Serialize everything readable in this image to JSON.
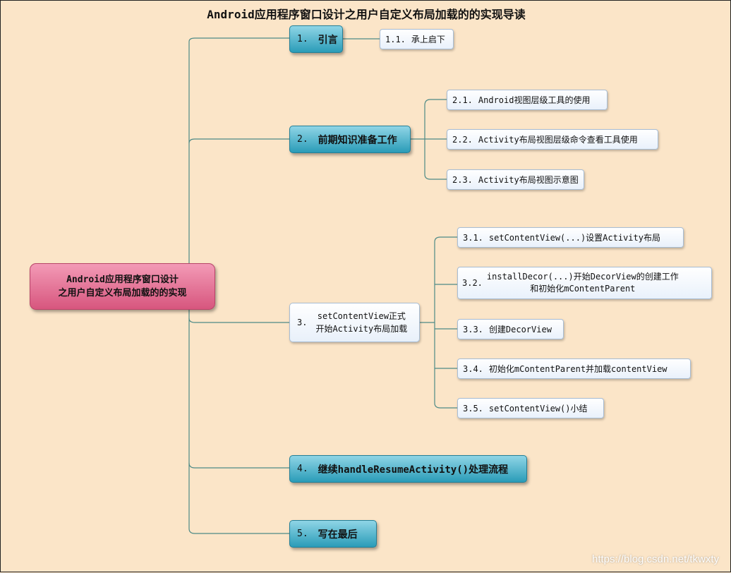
{
  "title": "Android应用程序窗口设计之用户自定义布局加载的的实现导读",
  "root": {
    "line1": "Android应用程序窗口设计",
    "line2": "之用户自定义布局加载的的实现"
  },
  "branches": [
    {
      "num": "1.",
      "label": "引言",
      "children": [
        {
          "num": "1.1.",
          "label": "承上启下"
        }
      ]
    },
    {
      "num": "2.",
      "label": "前期知识准备工作",
      "children": [
        {
          "num": "2.1.",
          "label": "Android视图层级工具的使用"
        },
        {
          "num": "2.2.",
          "label": "Activity布局视图层级命令查看工具使用"
        },
        {
          "num": "2.3.",
          "label": "Activity布局视图示意图"
        }
      ]
    },
    {
      "num": "3.",
      "label_line1": "setContentView正式",
      "label_line2": "开始Activity布局加载",
      "children": [
        {
          "num": "3.1.",
          "label": "setContentView(...)设置Activity布局"
        },
        {
          "num": "3.2.",
          "label_line1": "installDecor(...)开始DecorView的创建工作",
          "label_line2": "和初始化mContentParent"
        },
        {
          "num": "3.3.",
          "label": "创建DecorView"
        },
        {
          "num": "3.4.",
          "label": "初始化mContentParent并加载contentView"
        },
        {
          "num": "3.5.",
          "label": "setContentView()小结"
        }
      ]
    },
    {
      "num": "4.",
      "label": "继续handleResumeActivity()处理流程",
      "children": []
    },
    {
      "num": "5.",
      "label": "写在最后",
      "children": []
    }
  ],
  "watermark": "https://blog.csdn.net/tkwxty",
  "colors": {
    "background": "#fbe5c8",
    "root_fill": "#e0698f",
    "branch_fill": "#3aa9c4",
    "sub_fill": "#ffffff",
    "connector": "#4d8a86"
  }
}
